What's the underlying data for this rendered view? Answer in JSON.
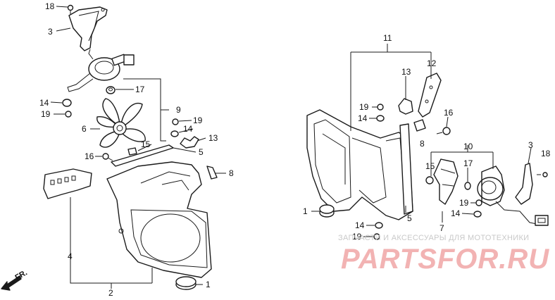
{
  "diagram": {
    "callouts": {
      "c18a": "18",
      "c3a": "3",
      "c17a": "17",
      "c14a": "14",
      "c19a": "19",
      "c9": "9",
      "c6": "6",
      "c19b": "19",
      "c14b": "14",
      "c13a": "13",
      "c15a": "15",
      "c16a": "16",
      "c5a": "5",
      "c8": "8",
      "c4": "4",
      "c2": "2",
      "c1a": "1",
      "c11": "11",
      "c13b": "13",
      "c12": "12",
      "c19c": "19",
      "c14c": "14",
      "c16b": "16",
      "c10": "10",
      "c15b": "15",
      "c17b": "17",
      "c3b": "3",
      "c18b": "18",
      "c19d": "19",
      "c14d": "14",
      "c1b": "1",
      "c5b": "5",
      "c14e": "14",
      "c19e": "19",
      "c7": "7"
    },
    "direction_label": "FR.",
    "watermark": {
      "tagline": "ЗАПЧАСТИ И АКСЕССУАРЫ ДЛЯ МОТОТЕХНИКИ",
      "brand": "PARTSFOR.RU"
    },
    "colors": {
      "line": "#1a1a1a",
      "watermark_brand": "#f2b3b3",
      "watermark_text": "#c9c9c9"
    }
  }
}
